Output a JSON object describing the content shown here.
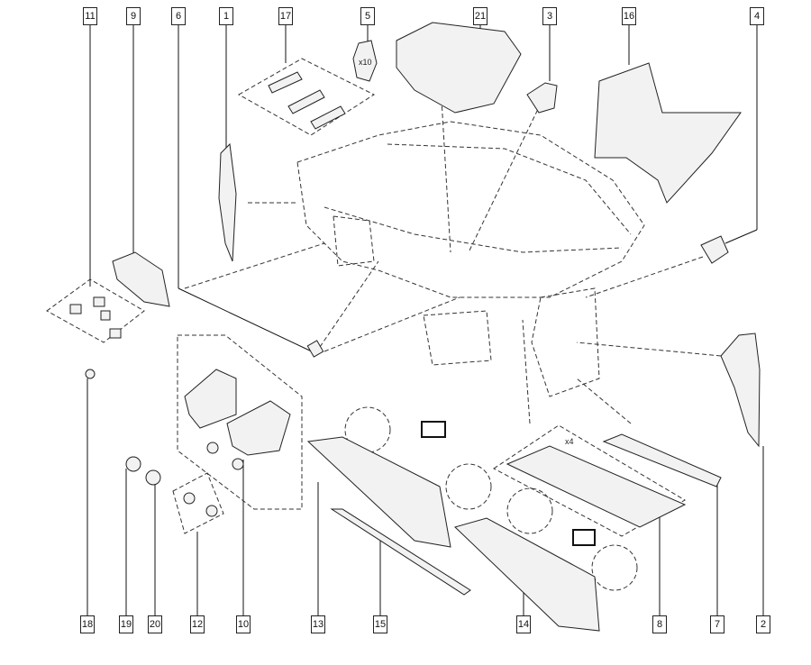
{
  "callouts_top": [
    "11",
    "9",
    "6",
    "1",
    "17",
    "5",
    "21",
    "3",
    "16",
    "4"
  ],
  "callouts_bottom": [
    "18",
    "19",
    "20",
    "12",
    "10",
    "13",
    "15",
    "14",
    "8",
    "7",
    "2"
  ],
  "notes": {
    "qty_5": "x10",
    "qty_8": "x4"
  },
  "colors": {
    "line": "#222222",
    "background": "#ffffff"
  }
}
